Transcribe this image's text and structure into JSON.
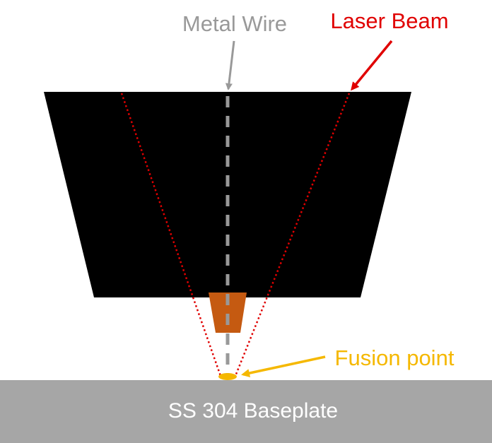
{
  "labels": {
    "metal_wire": "Metal Wire",
    "laser_beam": "Laser Beam",
    "fusion_point": "Fusion point",
    "baseplate": "SS 304 Baseplate"
  },
  "colors": {
    "metal_wire": "#999999",
    "laser_beam": "#e00000",
    "fusion_point": "#f5b800",
    "nozzle_body": "#000000",
    "nozzle_tip": "#c55a11",
    "baseplate": "#a6a6a6",
    "baseplate_text": "#ffffff"
  }
}
